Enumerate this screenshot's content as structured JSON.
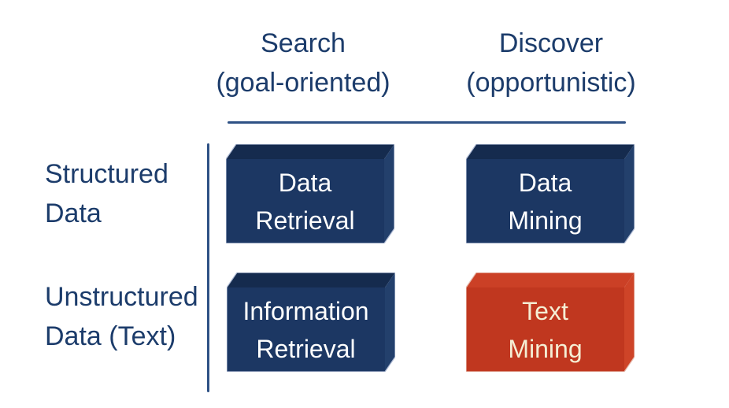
{
  "matrix": {
    "column_headers": [
      {
        "line1": "Search",
        "line2": "(goal-oriented)"
      },
      {
        "line1": "Discover",
        "line2": "(opportunistic)"
      }
    ],
    "row_headers": [
      {
        "line1": "Structured",
        "line2": "Data"
      },
      {
        "line1": "Unstructured",
        "line2": "Data (Text)"
      }
    ],
    "cells": [
      {
        "line1": "Data",
        "line2": "Retrieval",
        "column": "Search (goal-oriented)",
        "row": "Structured Data",
        "style": "blue"
      },
      {
        "line1": "Data",
        "line2": "Mining",
        "column": "Discover (opportunistic)",
        "row": "Structured Data",
        "style": "blue"
      },
      {
        "line1": "Information",
        "line2": "Retrieval",
        "column": "Search (goal-oriented)",
        "row": "Unstructured Data (Text)",
        "style": "blue"
      },
      {
        "line1": "Text",
        "line2": "Mining",
        "column": "Discover (opportunistic)",
        "row": "Unstructured Data (Text)",
        "style": "red"
      }
    ]
  },
  "colors": {
    "heading_text": "#1C3C6B",
    "axis_line": "#2E5185",
    "box_blue": {
      "front": "#1C3763",
      "top": "#152B4E",
      "right": "#23406C",
      "edge": "#AEBAD3",
      "label": "#FFFFFF"
    },
    "box_red": {
      "front": "#C0371F",
      "top": "#CB4026",
      "right": "#CE4428",
      "edge": "#E5BBAE",
      "label": "#F5EED4"
    }
  }
}
